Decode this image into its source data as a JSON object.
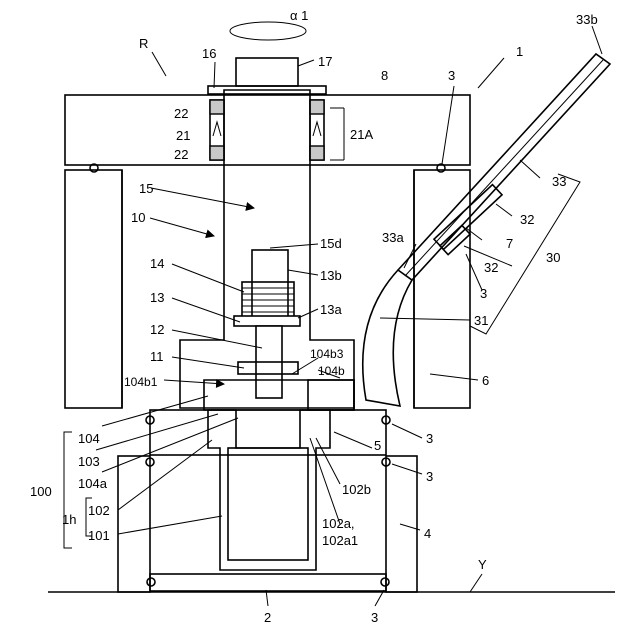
{
  "labels": {
    "alpha": "α 1",
    "R": "R",
    "n1": "1",
    "n33b": "33b",
    "n16": "16",
    "n17": "17",
    "n8": "8",
    "n3_top": "3",
    "n22_a": "22",
    "n21": "21",
    "n21A": "21A",
    "n22_b": "22",
    "n33": "33",
    "n15": "15",
    "n32_a": "32",
    "n10": "10",
    "n15d": "15d",
    "n33a": "33a",
    "n7": "7",
    "n32_b": "32",
    "n30": "30",
    "n14": "14",
    "n13b": "13b",
    "n3_mid": "3",
    "n13": "13",
    "n13a": "13a",
    "n31": "31",
    "n12": "12",
    "n104b3": "104b3",
    "n11": "11",
    "n104b": "104b",
    "n104b1": "104b1",
    "n6": "6",
    "n104": "104",
    "n3_right": "3",
    "n103": "103",
    "n5": "5",
    "n104a": "104a",
    "n3_low": "3",
    "n100": "100",
    "n102b": "102b",
    "n102": "102",
    "n1h": "1h",
    "n102a": "102a,",
    "n102a1": "102a1",
    "n4": "4",
    "n101": "101",
    "nY": "Y",
    "n2": "2",
    "n3_bottom": "3"
  }
}
